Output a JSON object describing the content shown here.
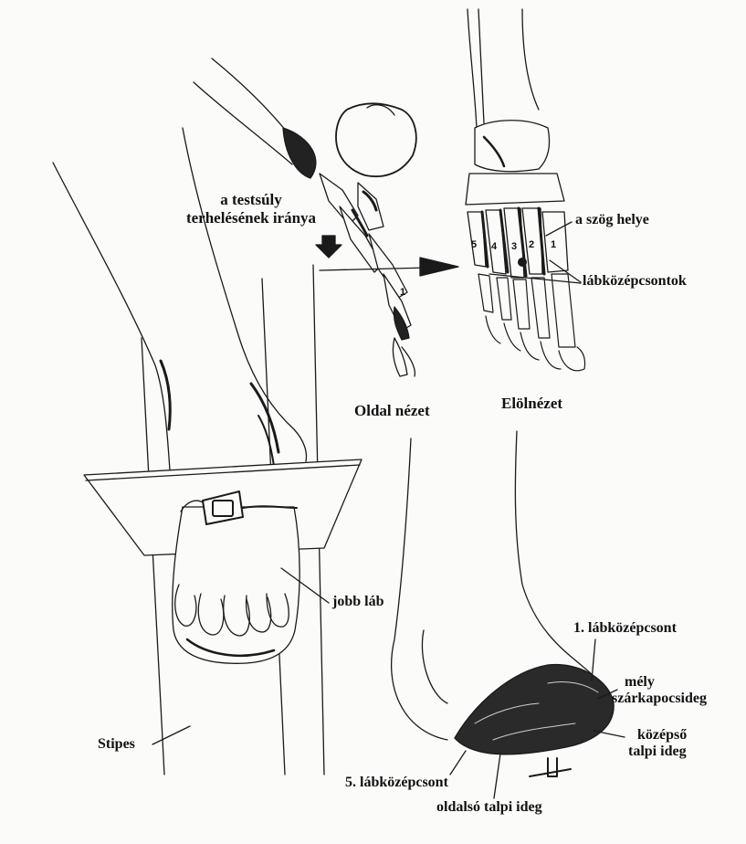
{
  "labels": {
    "weight_line1": "a testsúly",
    "weight_line2": "terhelésének iránya",
    "nail_site": "a szög helye",
    "metatarsals": "lábközépcsontok",
    "side_view": "Oldal nézet",
    "front_view": "Elölnézet",
    "right_foot": "jobb láb",
    "stipes": "Stipes",
    "first_metatarsal": "1. lábközépcsont",
    "deep_nerve_line1": "mély",
    "deep_nerve_line2": "szárkapocsideg",
    "medial_nerve_line1": "középső",
    "medial_nerve_line2": "talpi ideg",
    "fifth_metatarsal": "5. lábközépcsont",
    "lateral_nerve": "oldalsó talpi ideg"
  },
  "bone_numbers": {
    "side_n1": "1",
    "front_n5": "5",
    "front_n4": "4",
    "front_n3": "3",
    "front_n2": "2",
    "front_n1": "1"
  },
  "colors": {
    "ink": "#111111",
    "paper": "#fbfbfa"
  }
}
